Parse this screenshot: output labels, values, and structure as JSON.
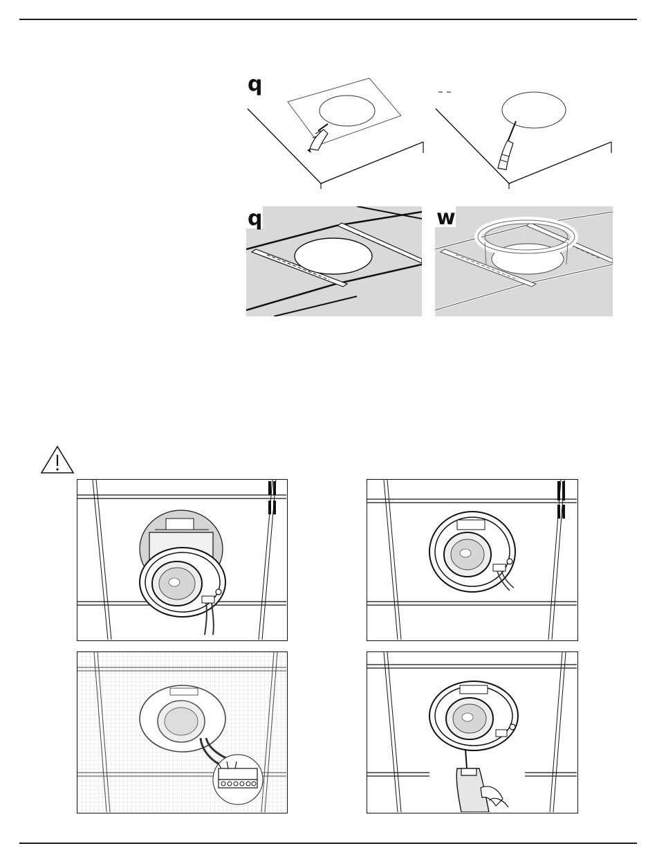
{
  "figures": {
    "top_left": {
      "label": "q"
    },
    "grid_left": {
      "label": "q"
    },
    "grid_right": {
      "label": "w"
    }
  },
  "icons": {
    "warning": "warning-triangle-icon"
  },
  "colors": {
    "line": "#1a1a1a",
    "panel_gray": "#d9d9d9",
    "hatch": "#c8c8c8"
  }
}
